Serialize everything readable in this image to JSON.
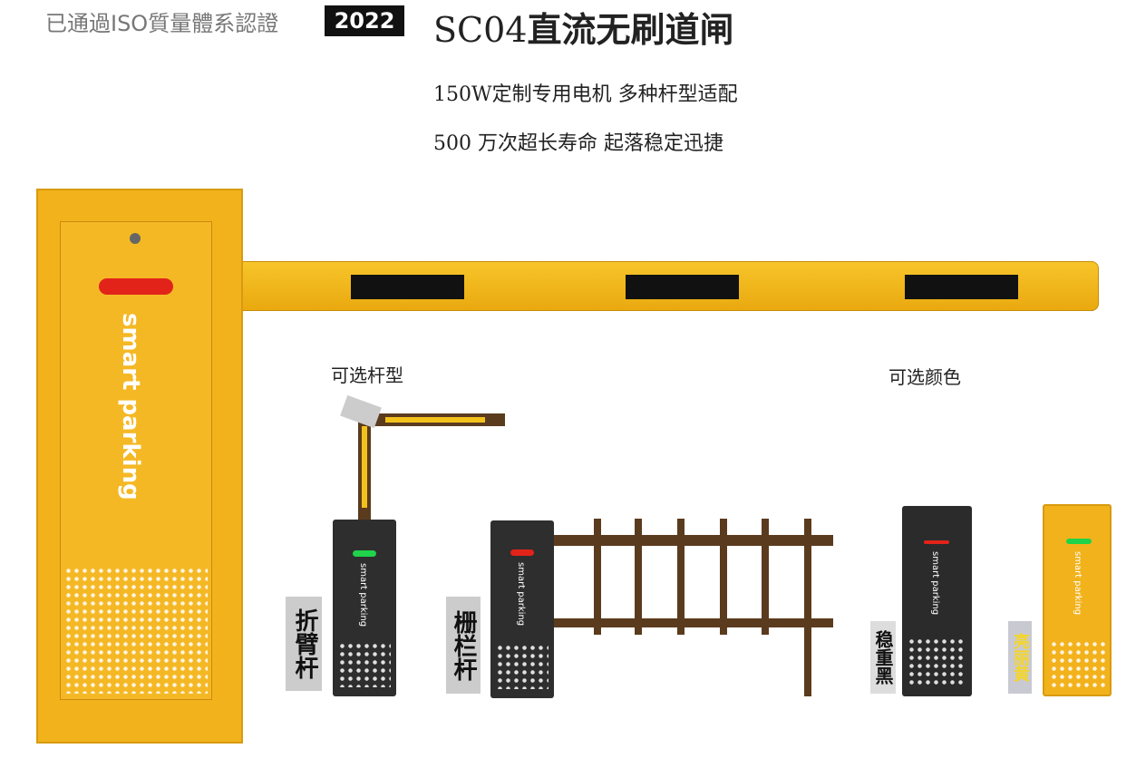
{
  "header": {
    "certification": "已通過ISO質量體系認證",
    "year": "2022",
    "model": "SC04",
    "product_name": "直流无刷道闸"
  },
  "features": {
    "line1": "150W定制专用电机  多种杆型适配",
    "line2": "500 万次超长寿命  起落稳定迅捷"
  },
  "main_gate": {
    "brand_text": "smart parking",
    "color": "#f2b21c"
  },
  "options": {
    "arm_title": "可选杆型",
    "color_title": "可选颜色",
    "arm_types": [
      {
        "label": "折臂杆",
        "brand_text": "smart parking"
      },
      {
        "label": "栅栏杆",
        "brand_text": "smart parking"
      }
    ],
    "colors": [
      {
        "label": "稳重黑",
        "brand_text": "smart parking",
        "hex": "#2b2b2b"
      },
      {
        "label": "亮丽黄",
        "brand_text": "smart parking",
        "hex": "#f2b21c"
      }
    ]
  }
}
